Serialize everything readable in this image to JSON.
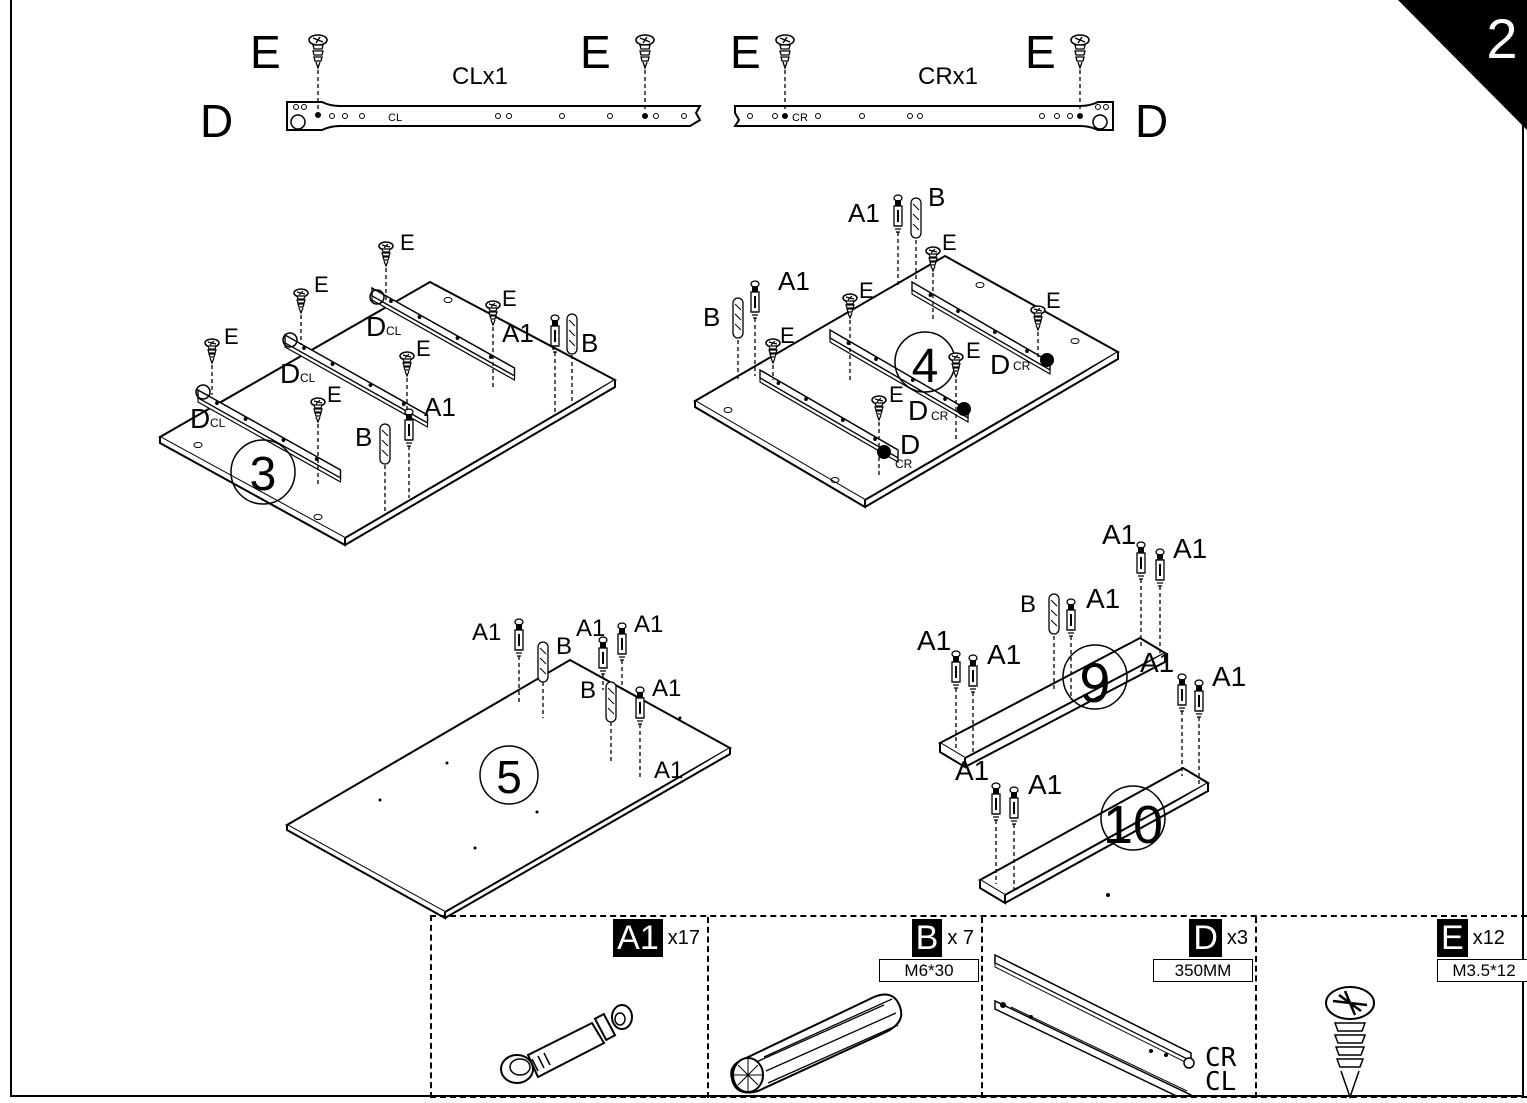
{
  "step_number": "2",
  "slides": {
    "left_label": "CLx1",
    "right_label": "CRx1",
    "left_marking": "CL",
    "right_marking": "CR",
    "screw_letter": "E",
    "slide_letter": "D"
  },
  "panels": {
    "panel3": "3",
    "panel4": "4",
    "panel5": "5",
    "panel9": "9",
    "panel10": "10"
  },
  "callouts": {
    "a1": "A1",
    "b": "B",
    "d": "D",
    "e": "E",
    "cl": "CL",
    "cr": "CR"
  },
  "parts_list": [
    {
      "code": "A1",
      "qty": "x17",
      "spec": ""
    },
    {
      "code": "B",
      "qty": "x 7",
      "spec": "M6*30"
    },
    {
      "code": "D",
      "qty": "x3",
      "spec": "350MM",
      "variants": [
        "CR",
        "CL"
      ]
    },
    {
      "code": "E",
      "qty": "x12",
      "spec": "M3.5*12"
    }
  ],
  "icons": [
    "screw-icon",
    "cam-bolt-icon",
    "dowel-icon",
    "drawer-slide-icon",
    "step-corner-icon"
  ]
}
